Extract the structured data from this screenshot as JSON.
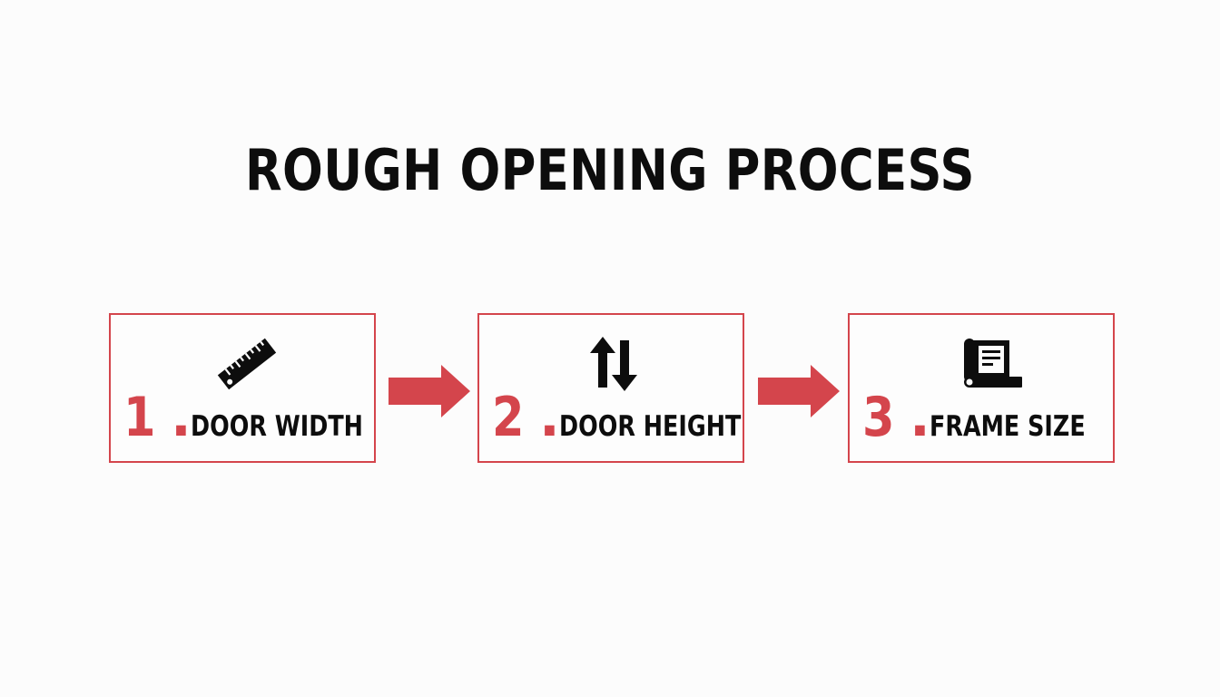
{
  "diagram": {
    "title": "ROUGH OPENING PROCESS",
    "accent_color": "#d4454c",
    "steps": [
      {
        "number": "1",
        "label": "DOOR WIDTH",
        "icon": "ruler-icon"
      },
      {
        "number": "2",
        "label": "DOOR HEIGHT",
        "icon": "up-down-arrows-icon"
      },
      {
        "number": "3",
        "label": "FRAME SIZE",
        "icon": "blueprint-scroll-icon"
      }
    ],
    "connectors": [
      "right-arrow-icon",
      "right-arrow-icon"
    ]
  }
}
